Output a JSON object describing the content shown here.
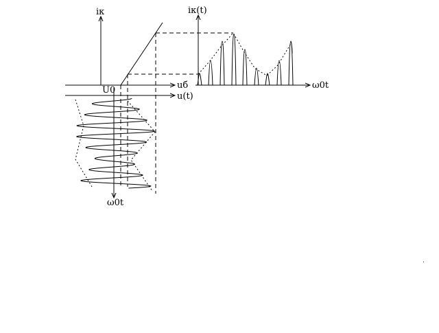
{
  "labels": {
    "ik_left": "iк",
    "ik_right": "iк(t)",
    "u_b": "uб",
    "u_t": "u(t)",
    "u0": "U0",
    "wt_right": "ω0t",
    "wt_bottom": "ω0t"
  },
  "colors": {
    "line": "#000000",
    "background": "#ffffff"
  }
}
